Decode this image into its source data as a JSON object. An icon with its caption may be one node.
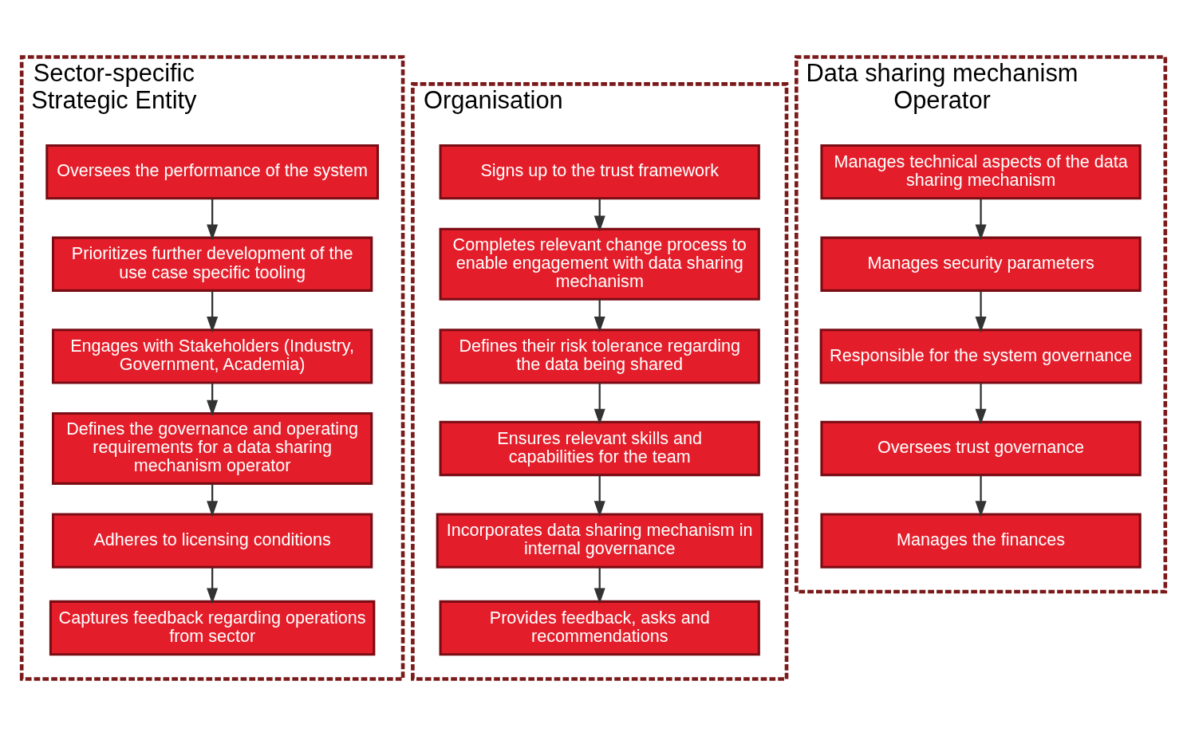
{
  "diagram": {
    "nodes": [
      {
        "text": [
          "Sector-specific Strategic Entity"
        ]
      },
      {
        "text": [
          "Oversees the performance of the system"
        ],
        "in": 0
      },
      {
        "text": [
          "Prioritizes further development of the use case specific tooling"
        ],
        "in": 0
      },
      {
        "text": [
          "Engages with Stakeholders (Industry, Government, Academia)"
        ],
        "in": 0
      },
      {
        "text": [
          "Defines the governance and operating requirements for a data sharing mechanism operator"
        ],
        "in": 0
      },
      {
        "text": [
          "Adheres to licensing conditions"
        ],
        "in": 0
      },
      {
        "text": [
          "Captures feedback regarding operations from sector"
        ],
        "in": 0
      },
      {
        "text": [
          "Organisation"
        ]
      },
      {
        "text": [
          "Signs up to the trust framework"
        ],
        "in": 7
      },
      {
        "text": [
          "Completes relevant change process to enable engagement with data sharing mechanism"
        ],
        "in": 7
      },
      {
        "text": [
          "Defines their risk tolerance regarding the data being shared"
        ],
        "in": 7
      },
      {
        "text": [
          "Ensures relevant skills and capabilities for the team"
        ],
        "in": 7
      },
      {
        "text": [
          "Incorporates data sharing mechanism in internal governance"
        ],
        "in": 7
      },
      {
        "text": [
          "Provides feedback, asks and recommendations"
        ],
        "in": 7
      },
      {
        "text": [
          "Data sharing mechanism Operator"
        ]
      },
      {
        "text": [
          "Manages technical aspects of the data sharing mechanism"
        ],
        "in": 14
      },
      {
        "text": [
          "Manages security parameters"
        ],
        "in": 14
      },
      {
        "text": [
          "Responsible for the system governance"
        ],
        "in": 14
      },
      {
        "text": [
          "Oversees trust governance"
        ],
        "in": 14
      },
      {
        "text": [
          "Manages the finances"
        ],
        "in": 14
      }
    ],
    "edges": [
      {
        "from": 1,
        "to": 2,
        "arrow": "to"
      },
      {
        "from": 2,
        "to": 3,
        "arrow": "to"
      },
      {
        "from": 3,
        "to": 4,
        "arrow": "to"
      },
      {
        "from": 4,
        "to": 5,
        "arrow": "to"
      },
      {
        "from": 5,
        "to": 6,
        "arrow": "to"
      },
      {
        "from": 8,
        "to": 9,
        "arrow": "to"
      },
      {
        "from": 9,
        "to": 10,
        "arrow": "to"
      },
      {
        "from": 10,
        "to": 11,
        "arrow": "to"
      },
      {
        "from": 11,
        "to": 12,
        "arrow": "to"
      },
      {
        "from": 12,
        "to": 13,
        "arrow": "to"
      },
      {
        "from": 15,
        "to": 16,
        "arrow": "to"
      },
      {
        "from": 16,
        "to": 17,
        "arrow": "to"
      },
      {
        "from": 17,
        "to": 18,
        "arrow": "to"
      },
      {
        "from": 18,
        "to": 19,
        "arrow": "to"
      }
    ]
  }
}
